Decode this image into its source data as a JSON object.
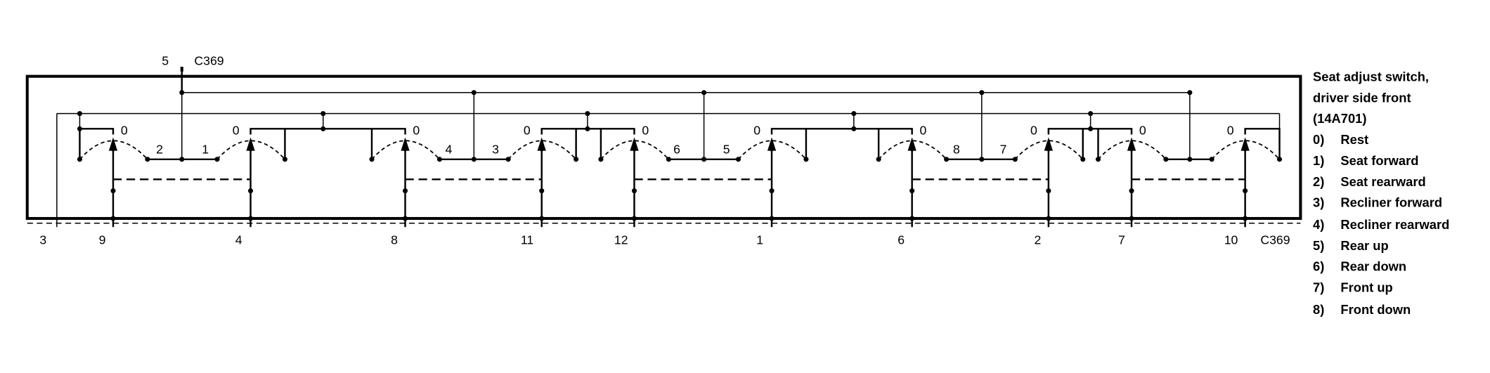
{
  "connector_top": {
    "pin": "5",
    "name": "C369"
  },
  "connector_bottom": {
    "name": "C369",
    "pins": [
      "3",
      "9",
      "4",
      "8",
      "11",
      "12",
      "1",
      "6",
      "2",
      "7",
      "10"
    ]
  },
  "switch_labels": {
    "rest": "0",
    "positions": [
      "2",
      "1",
      "4",
      "3",
      "6",
      "5",
      "8",
      "7"
    ]
  },
  "legend": {
    "title": [
      "Seat adjust switch,",
      "driver side front",
      "(14A701)"
    ],
    "items": [
      {
        "num": "0)",
        "label": "Rest"
      },
      {
        "num": "1)",
        "label": "Seat forward"
      },
      {
        "num": "2)",
        "label": "Seat rearward"
      },
      {
        "num": "3)",
        "label": "Recliner forward"
      },
      {
        "num": "4)",
        "label": "Recliner rearward"
      },
      {
        "num": "5)",
        "label": "Rear up"
      },
      {
        "num": "6)",
        "label": "Rear down"
      },
      {
        "num": "7)",
        "label": "Front up"
      },
      {
        "num": "8)",
        "label": "Front down"
      }
    ]
  }
}
